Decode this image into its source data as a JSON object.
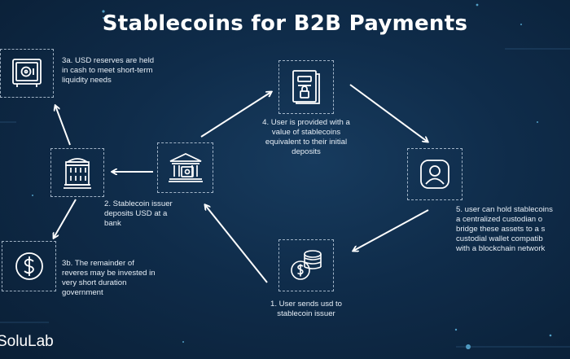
{
  "title": "Stablecoins for B2B Payments",
  "brand": "SoluLab",
  "steps": {
    "step_3a": "3a. USD reserves are held\nin cash to meet short-term\nliquidity needs",
    "step_4": "4. User is provided with a\nvalue of stablecoins\nequivalent to their initial\ndeposits",
    "step_2": "2. Stablecoin issuer\ndeposits USD at a\nbank",
    "step_5": "5. user can hold stablecoins\na centralized custodian o\nbridge these assets to a s\ncustodial wallet compatib\nwith a blockchain network",
    "step_3b": "3b. The remainder of\nreveres may be invested in\nvery short duration\ngovernment",
    "step_1": "1. User sends usd to\nstablecoin issuer"
  },
  "icons": {
    "safe": "safe-icon",
    "document": "document-lock-icon",
    "bank": "bank-icon",
    "user": "user-icon",
    "treasury": "treasury-building-icon",
    "dollar": "dollar-coin-icon",
    "coins": "coin-stack-icon"
  },
  "colors": {
    "background": "#0f2c4a",
    "text": "#ffffff",
    "accent_dot": "#6fd3ff"
  }
}
